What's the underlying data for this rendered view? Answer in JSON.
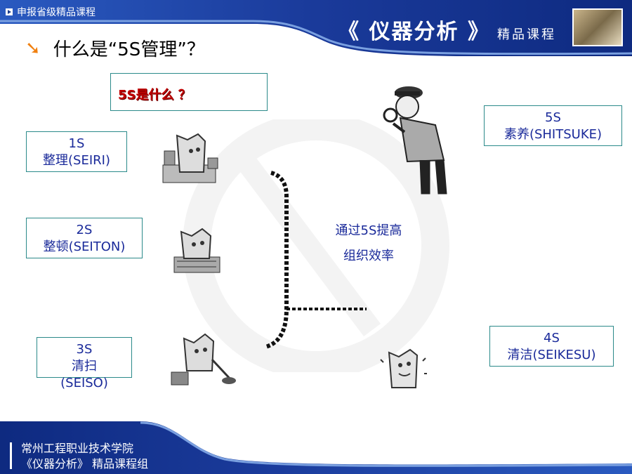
{
  "header": {
    "breadcrumb": "申报省级精品课程",
    "course_title": "《 仪器分析 》",
    "course_subtitle": "精品课程"
  },
  "slide": {
    "title": "什么是“5S管理”？"
  },
  "question_box": "5S是什么 ？",
  "items": [
    {
      "num": "1S",
      "name": "整理(SEIRI)"
    },
    {
      "num": "2S",
      "name": "整顿(SEITON)"
    },
    {
      "num": "3S",
      "name": "清扫",
      "name2": "(SEISO)"
    },
    {
      "num": "4S",
      "name": "清洁(SEIKESU)"
    },
    {
      "num": "5S",
      "name": "素养(SHITSUKE)"
    }
  ],
  "center": {
    "line1": "通过5S提高",
    "line2": "组织效率"
  },
  "footer": {
    "line1": "常州工程职业技术学院",
    "line2": "《仪器分析》 精品课程组"
  },
  "colors": {
    "header_blue": "#1a3a9a",
    "text_blue": "#1a2a9a",
    "box_border": "#2b8a8a",
    "accent_orange": "#f08010"
  }
}
